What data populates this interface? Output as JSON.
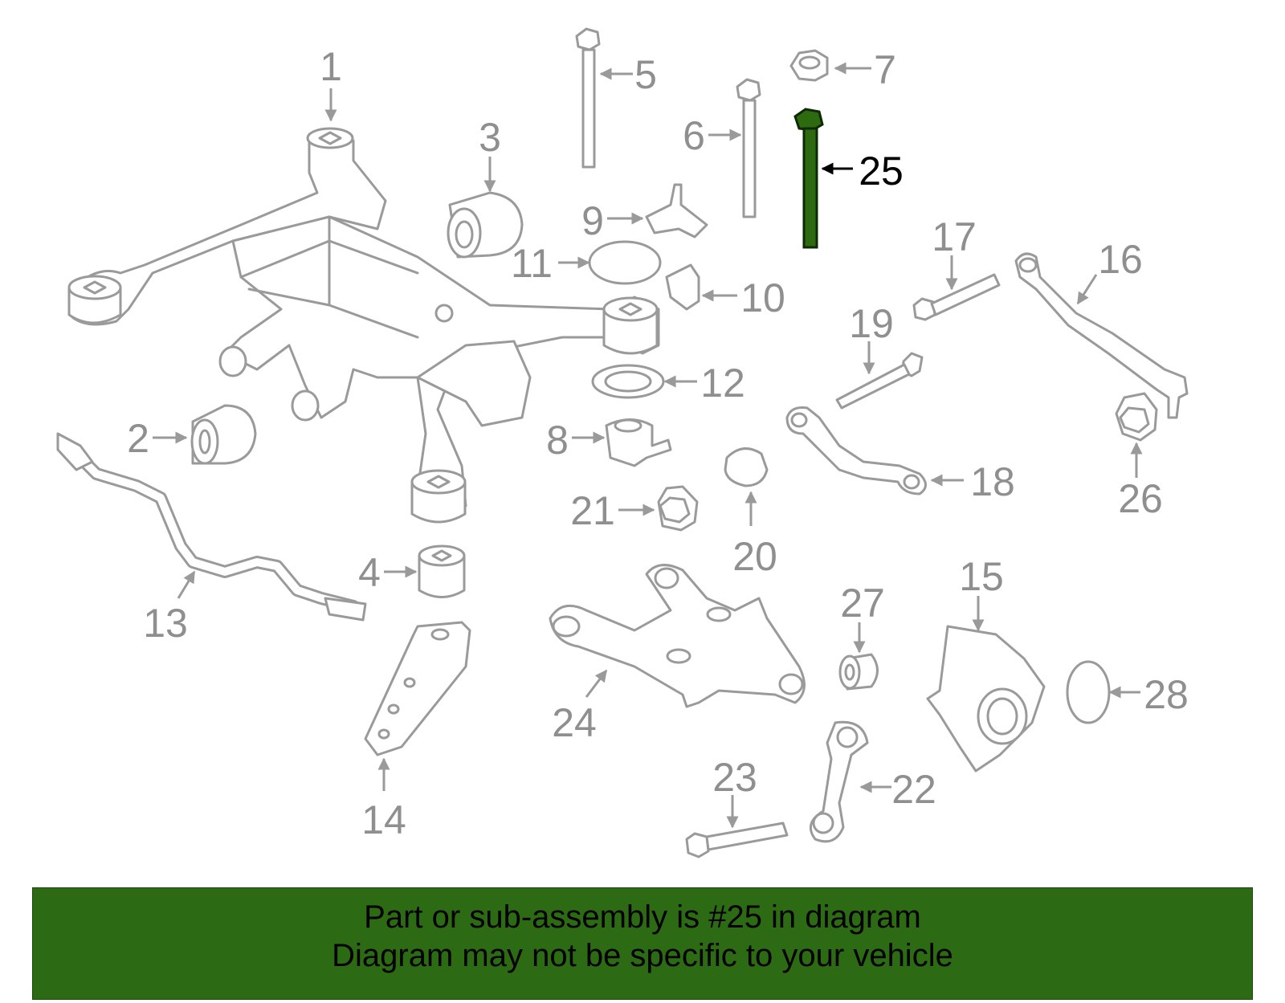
{
  "callouts": [
    "1",
    "2",
    "3",
    "4",
    "5",
    "6",
    "7",
    "8",
    "9",
    "10",
    "11",
    "12",
    "13",
    "14",
    "15",
    "16",
    "17",
    "18",
    "19",
    "20",
    "21",
    "22",
    "23",
    "24",
    "25",
    "26",
    "27",
    "28"
  ],
  "highlight": {
    "part": "25",
    "color": "#2e6b10"
  },
  "footer": {
    "line1": "Part or sub-assembly is #25 in diagram",
    "line2": "Diagram may not be specific to your vehicle",
    "background": "#2c6b13"
  }
}
